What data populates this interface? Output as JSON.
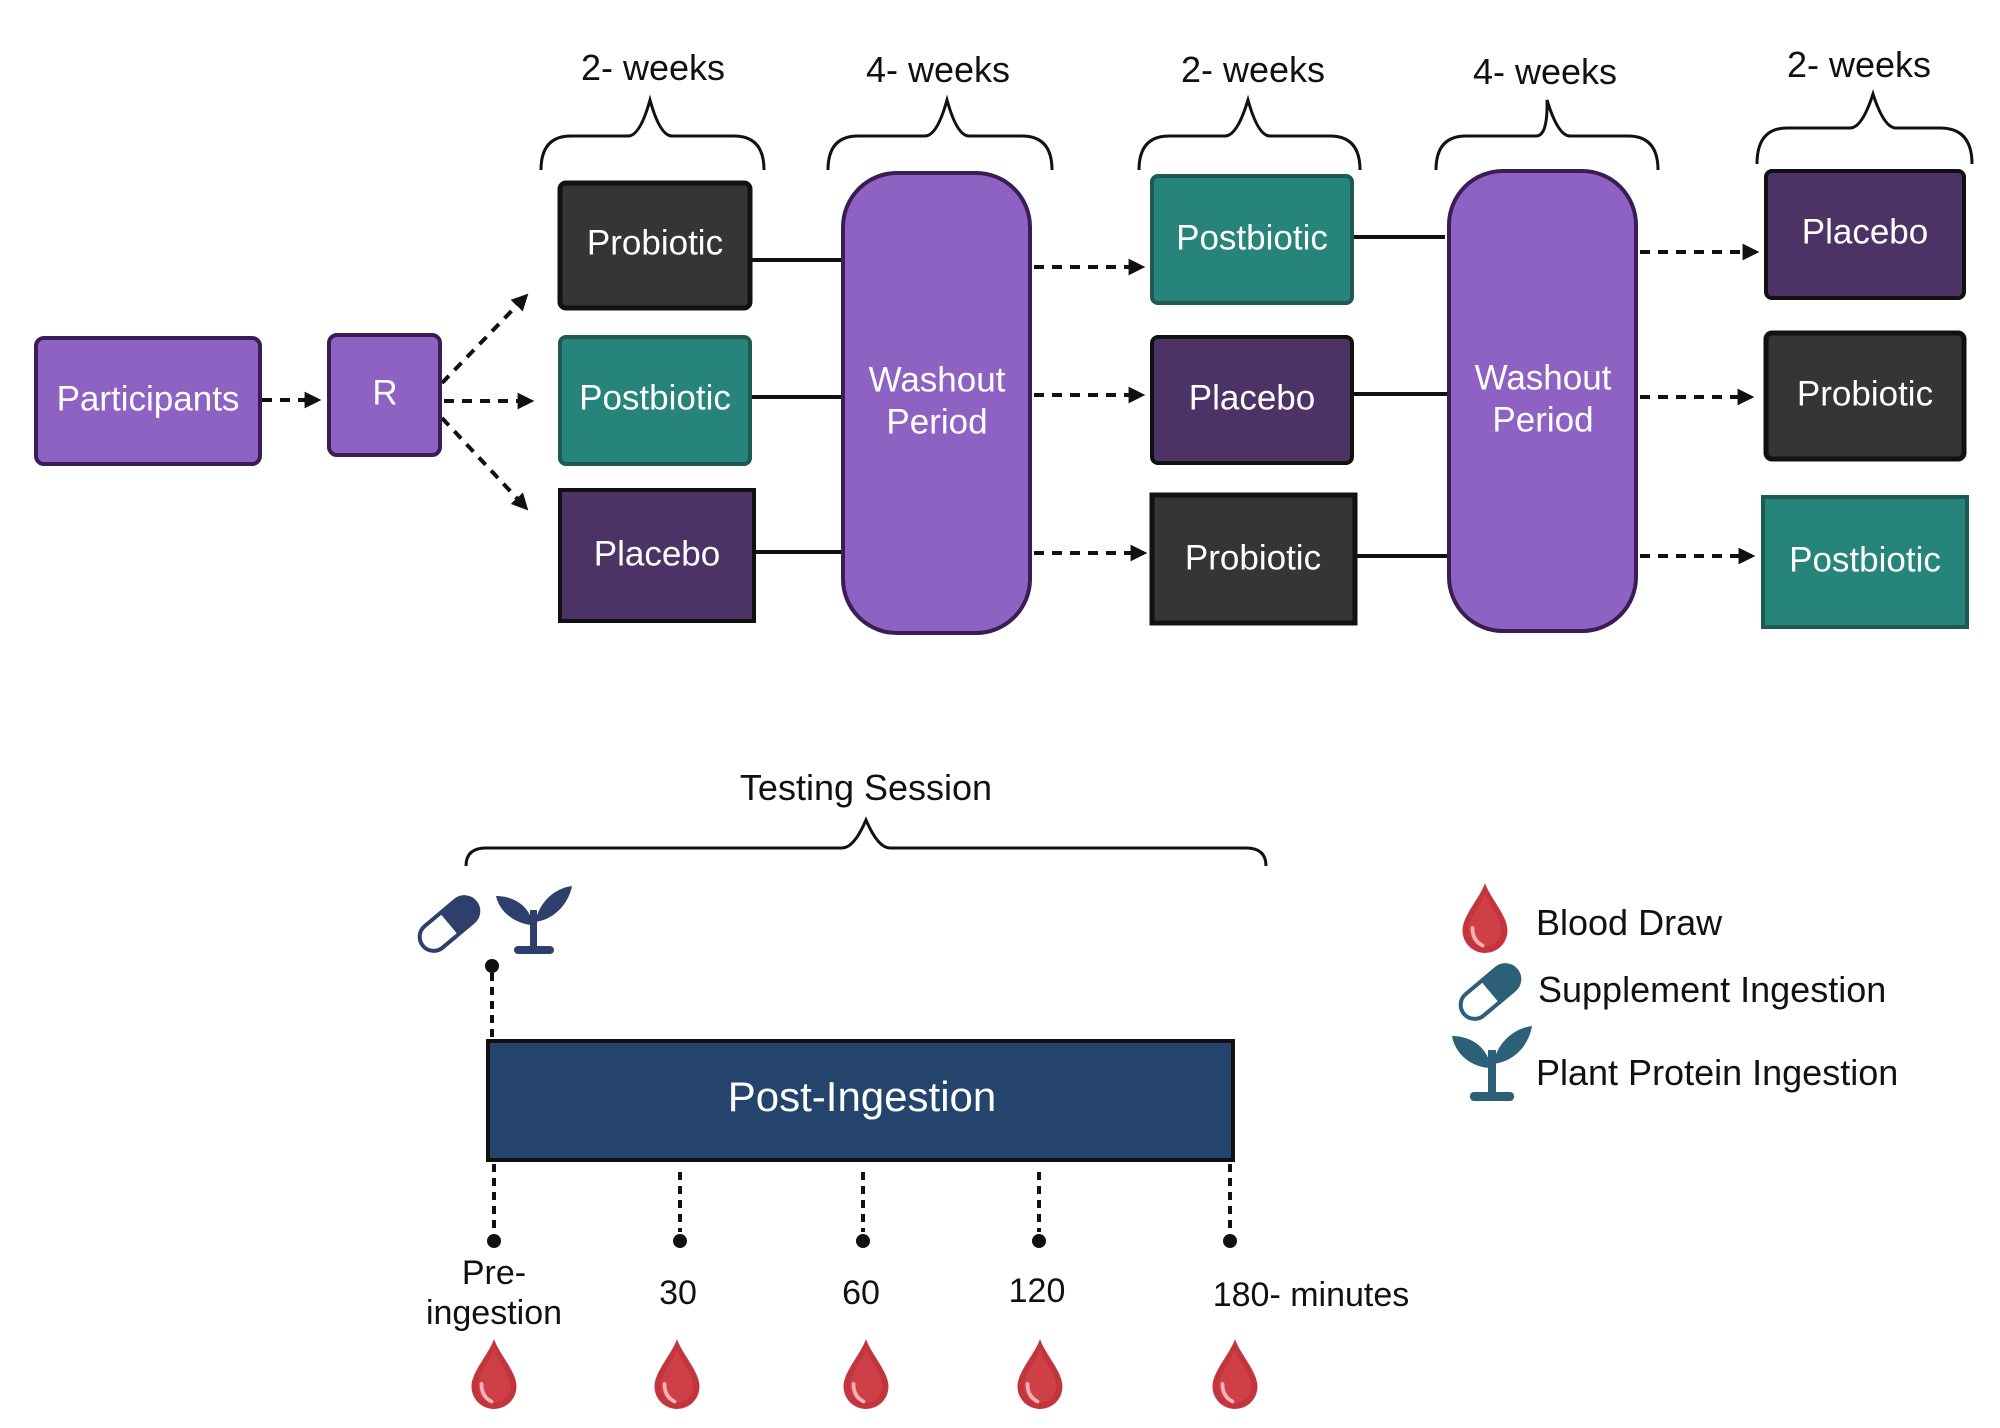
{
  "colors": {
    "probiotic": "#353535",
    "postbiotic": "#26847a",
    "placebo": "#4c3265",
    "light_purple": "#8e62c2",
    "border_purple": "#3b1d55",
    "dark_border": "#111111",
    "teal_border": "#1c5a52",
    "navy": "#24446e",
    "blood": "#c3343c",
    "icon_navy": "#2f3f6b",
    "icon_teal": "#2c5f78"
  },
  "icons": {
    "blood": "blood-drop-icon",
    "supplement": "capsule-icon",
    "plant": "sprout-icon"
  },
  "labels": {
    "participants": "Participants",
    "randomize": "R",
    "probiotic": "Probiotic",
    "postbiotic": "Postbiotic",
    "placebo": "Placebo",
    "washout_line1": "Washout",
    "washout_line2": "Period",
    "period_2wk": "2- weeks",
    "period_4wk": "4- weeks"
  },
  "testing": {
    "title": "Testing Session",
    "bar": "Post-Ingestion",
    "pre_line1": "Pre-",
    "pre_line2": "ingestion",
    "t30": "30",
    "t60": "60",
    "t120": "120",
    "t180": "180- minutes"
  },
  "legend": {
    "blood": "Blood Draw",
    "supplement": "Supplement Ingestion",
    "plant": "Plant Protein Ingestion"
  }
}
